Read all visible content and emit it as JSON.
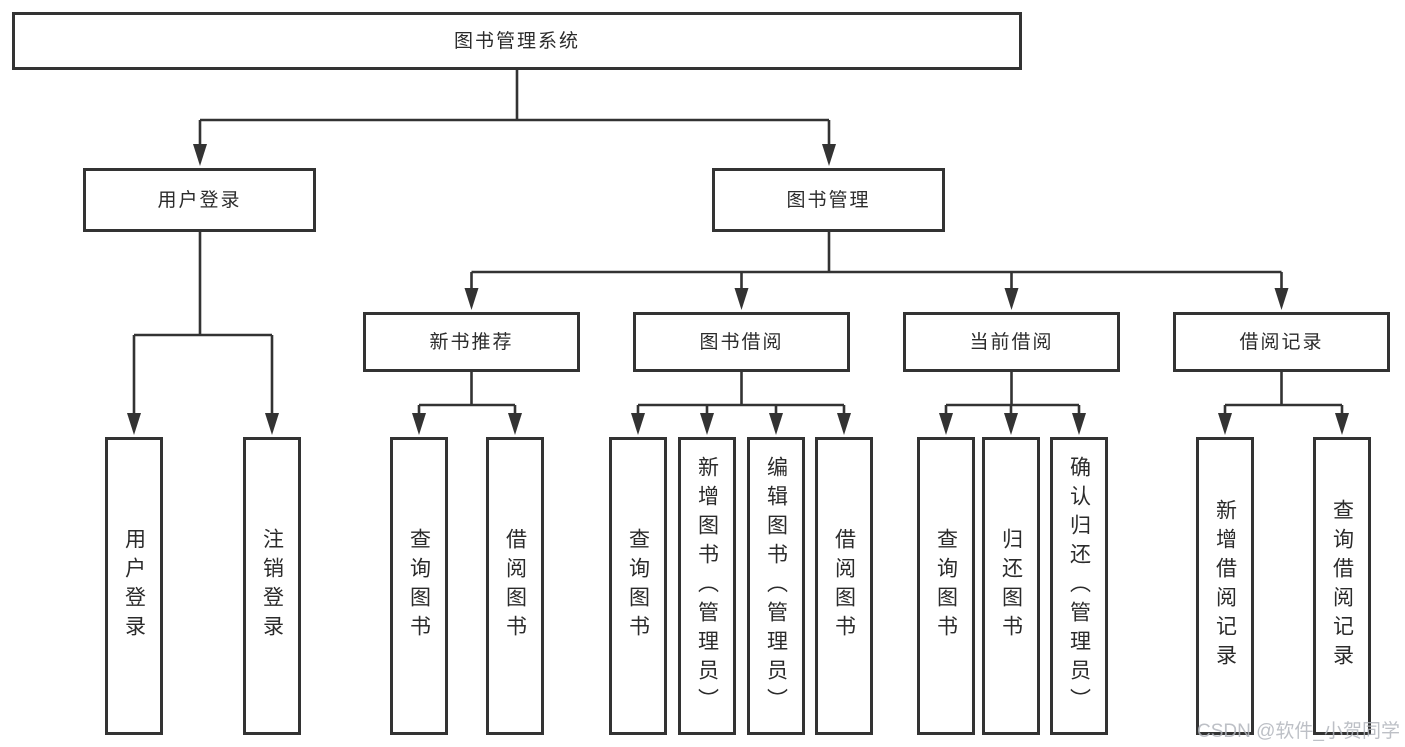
{
  "diagram": {
    "root": {
      "label": "图书管理系统"
    },
    "branches": [
      {
        "label": "用户登录",
        "children": [
          {
            "label": "用户登录"
          },
          {
            "label": "注销登录"
          }
        ]
      },
      {
        "label": "图书管理",
        "children": [
          {
            "label": "新书推荐",
            "children": [
              {
                "label": "查询图书"
              },
              {
                "label": "借阅图书"
              }
            ]
          },
          {
            "label": "图书借阅",
            "children": [
              {
                "label": "查询图书"
              },
              {
                "label": "新增图书（管理员）"
              },
              {
                "label": "编辑图书（管理员）"
              },
              {
                "label": "借阅图书"
              }
            ]
          },
          {
            "label": "当前借阅",
            "children": [
              {
                "label": "查询图书"
              },
              {
                "label": "归还图书"
              },
              {
                "label": "确认归还（管理员）"
              }
            ]
          },
          {
            "label": "借阅记录",
            "children": [
              {
                "label": "新增借阅记录"
              },
              {
                "label": "查询借阅记录"
              }
            ]
          }
        ]
      }
    ]
  },
  "watermark": {
    "text": "CSDN @软件_小贺同学"
  },
  "colors": {
    "line": "#333333",
    "text": "#2b2b2b",
    "background": "#ffffff",
    "watermark": "#b2b6bd"
  }
}
